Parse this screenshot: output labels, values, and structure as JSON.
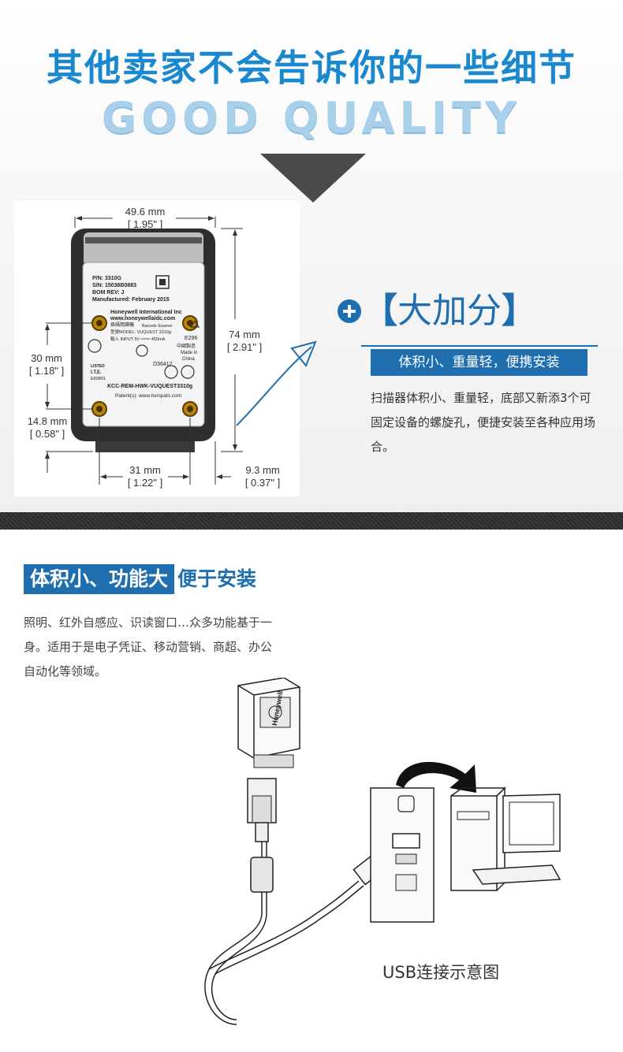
{
  "header": {
    "headline": "其他卖家不会告诉你的一些细节",
    "subheadline": "GOOD QUALITY"
  },
  "dimensions": {
    "width_mm": "49.6 mm",
    "width_in": "[ 1.95\" ]",
    "height_mm": "74 mm",
    "height_in": "[ 2.91\" ]",
    "hole_span_mm": "30 mm",
    "hole_span_in": "[ 1.18\" ]",
    "bottom_offset_mm": "14.8 mm",
    "bottom_offset_in": "[ 0.58\" ]",
    "hole_spacing_mm": "31 mm",
    "hole_spacing_in": "[ 1.22\" ]",
    "side_offset_mm": "9.3 mm",
    "side_offset_in": "[ 0.37\" ]"
  },
  "scanner_label": {
    "pn": "P/N:   3310G",
    "sn": "S/N:   15036B0883",
    "bom": "BOM REV: J",
    "manufactured": "Manufactured:  February 2015",
    "company": "Honeywell International Inc",
    "website": "www.honeywellaidc.com",
    "product_cn": "條碼閱讀機",
    "product_en": "Barcode Scanner",
    "model": "型號MODEL: VUQUEST 3310g",
    "input": "輸入 INPUT 5V ═══ 450mA",
    "e296": "E296",
    "made_cn": "中國製造",
    "made_in": "Made in",
    "china": "China",
    "d36412": "D36412",
    "listed": "LISTED",
    "ite": "I.T.E.",
    "e89891": "E89891",
    "kcc": "KCC-REM-HWK-VUQUEST3310g",
    "patents": "Patent(s): www.hsmpats.com"
  },
  "bonus": {
    "bracket_open": "【",
    "title": "大加分",
    "bracket_close": "】",
    "feature": "体积小、重量轻，便携安装",
    "description": "扫描器体积小、重量轻，底部又新添3个可固定设备的螺旋孔，便捷安装至各种应用场合。"
  },
  "section2": {
    "title_box": "体积小、功能大",
    "title_rest": "便于安装",
    "description": "照明、红外自感应、识读窗口…众多功能基于一身。适用于是电子凭证、移动营销、商超、办公自动化等领域。",
    "device_brand": "Honeywell",
    "usb_caption": "USB连接示意图"
  },
  "colors": {
    "accent_blue": "#1f6fb0",
    "headline_blue": "#1a88cf",
    "subhead_blue": "#a9d0ea",
    "dark_arrow": "#4a4a4a"
  },
  "icons": [
    "plus-circle-icon",
    "curved-arrow-icon",
    "down-triangle-icon"
  ]
}
